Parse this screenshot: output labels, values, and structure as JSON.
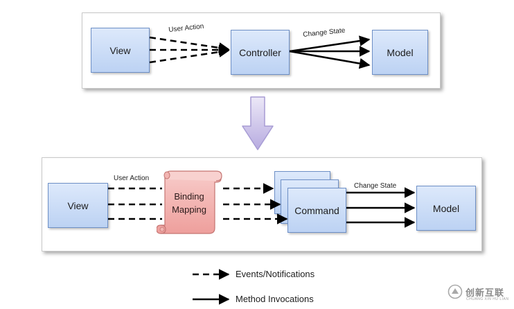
{
  "top_diagram": {
    "view_label": "View",
    "controller_label": "Controller",
    "model_label": "Model",
    "user_action_label": "User Action",
    "change_state_label": "Change State"
  },
  "bottom_diagram": {
    "view_label": "View",
    "binding_label_line1": "Binding",
    "binding_label_line2": "Mapping",
    "command_label": "Command",
    "model_label": "Model",
    "user_action_label": "User Action",
    "change_state_label": "Change State"
  },
  "legend": {
    "dashed_label": "Events/Notifications",
    "solid_label": "Method Invocations"
  },
  "watermark": {
    "text": "创新互联",
    "subtext": "CHUANG XIN HU LIAN"
  },
  "colors": {
    "box_fill": "#c9dcf6",
    "box_border": "#6d8fc6",
    "binding_fill": "#f2b0ae",
    "transition_arrow": "#c9bfe6"
  }
}
